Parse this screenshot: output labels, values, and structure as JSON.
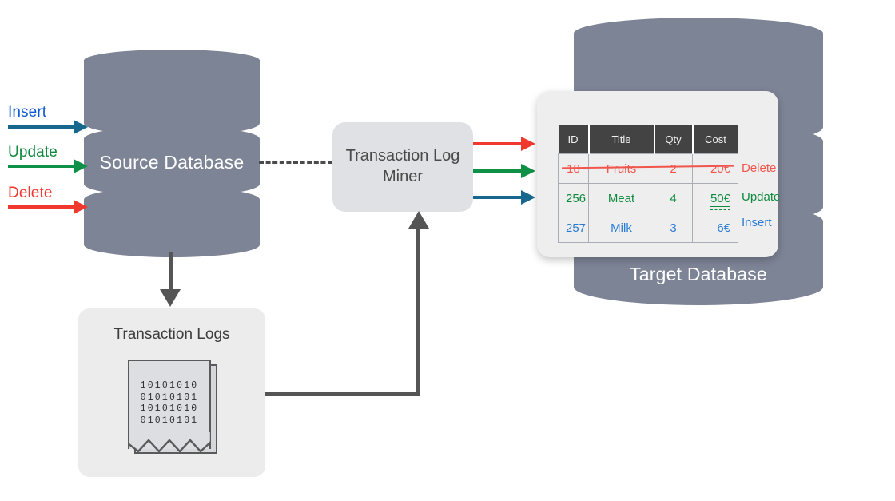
{
  "diagram": {
    "title": "Transaction Log Miner change-data-capture flow",
    "colors": {
      "cylinder": "#7d8496",
      "box_light": "#e6e6e6",
      "miner_box": "#dfe1e4",
      "card": "#eeeeee",
      "table_header": "#434343",
      "insert_label": "#0b59d0",
      "update_label": "#0e8a3e",
      "delete_label": "#f0382f",
      "arrow_insert": "#16688f",
      "arrow_update": "#0e9046",
      "arrow_delete": "#f0382f",
      "connector": "#555555"
    }
  },
  "operations": [
    {
      "label": "Insert",
      "arrow_color": "#16688f"
    },
    {
      "label": "Update",
      "arrow_color": "#0e9046"
    },
    {
      "label": "Delete",
      "arrow_color": "#f0382f"
    }
  ],
  "source_database": {
    "label": "Source Database"
  },
  "miner": {
    "label": "Transaction Log\nMiner"
  },
  "transaction_logs": {
    "title": "Transaction Logs",
    "bits": "10101010\n01010101\n10101010\n01010101"
  },
  "target_database": {
    "label": "Target Database"
  },
  "output_arrows": [
    {
      "name": "delete",
      "color": "#f0382f"
    },
    {
      "name": "update",
      "color": "#0e9046"
    },
    {
      "name": "insert",
      "color": "#16688f"
    }
  ],
  "table": {
    "columns": [
      "ID",
      "Title",
      "Qty",
      "Cost"
    ],
    "rows": [
      {
        "op": "Delete",
        "id": "18",
        "title": "Fruits",
        "qty": "2",
        "cost": "20€",
        "struck": true,
        "cost_changed": false
      },
      {
        "op": "Update",
        "id": "256",
        "title": "Meat",
        "qty": "4",
        "cost": "50€",
        "struck": false,
        "cost_changed": true
      },
      {
        "op": "Insert",
        "id": "257",
        "title": "Milk",
        "qty": "3",
        "cost": "6€",
        "struck": false,
        "cost_changed": false
      }
    ]
  }
}
